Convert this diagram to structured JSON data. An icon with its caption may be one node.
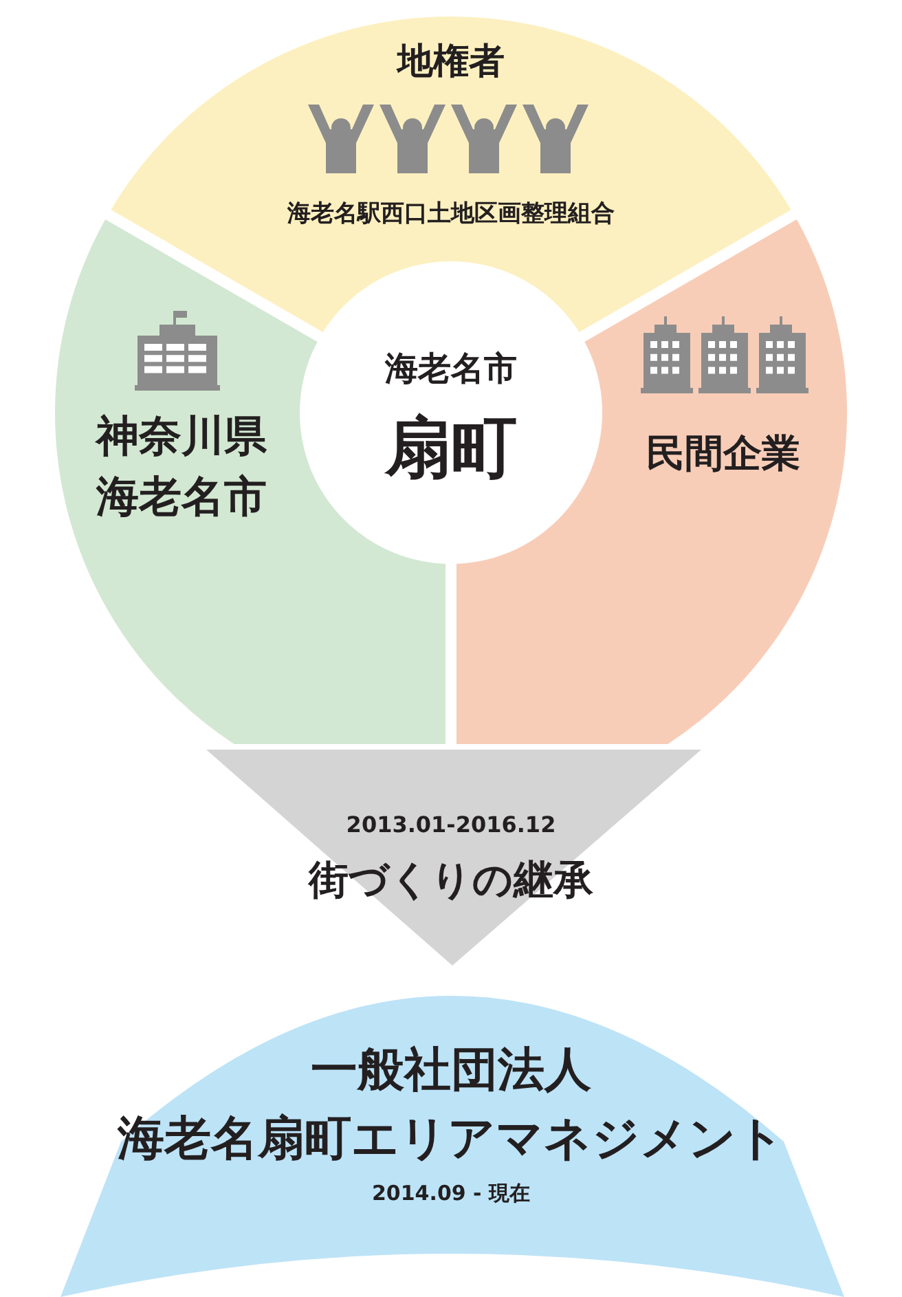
{
  "diagram": {
    "nodes": [
      {
        "text": [
          "地権者",
          "海老名駅西口土地区画整理組合"
        ]
      },
      {
        "text": [
          "神奈川県",
          "海老名市"
        ]
      },
      {
        "text": [
          "民間企業"
        ]
      },
      {
        "text": [
          "海老名市",
          "扇町"
        ]
      },
      {
        "text": [
          "2013.01-2016.12",
          "街づくりの継承"
        ]
      },
      {
        "text": [
          "一般社団法人",
          "海老名扇町エリアマネジメント",
          "2014.09 - 現在"
        ]
      }
    ]
  }
}
